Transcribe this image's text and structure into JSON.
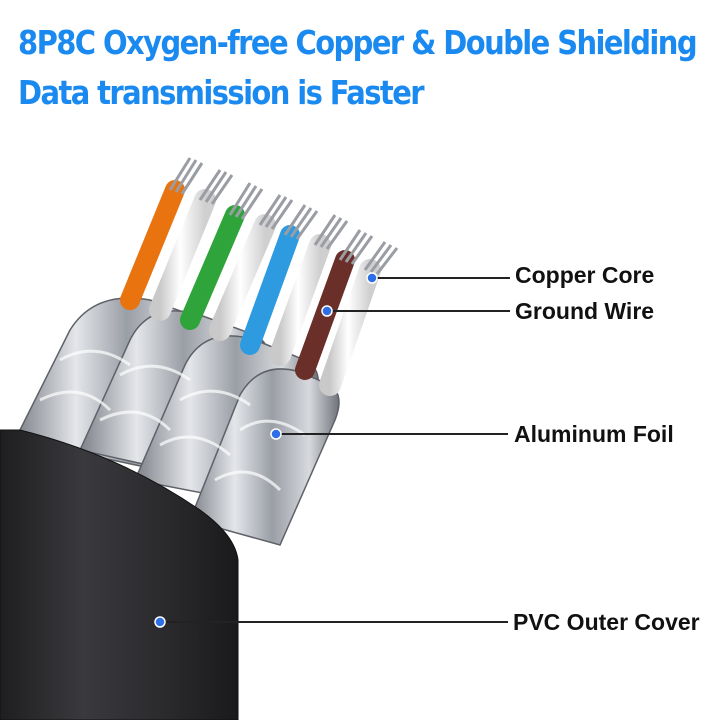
{
  "headline": {
    "line1": "8P8C Oxygen-free Copper & Double Shielding",
    "line2": "Data transmission is Faster",
    "color": "#1b8af0"
  },
  "callouts": [
    {
      "label": "Copper Core"
    },
    {
      "label": "Ground Wire"
    },
    {
      "label": "Aluminum Foil"
    },
    {
      "label": "PVC Outer Cover"
    }
  ],
  "colors": {
    "marker": "#2f6fe6",
    "jacket": "#2b2b2e",
    "foil": "#b9bcc2",
    "insulation": "#f4f4f4",
    "wire_orange": "#e8730f",
    "wire_green": "#2ea43a",
    "wire_blue": "#2e9be0",
    "wire_brown": "#6b2f2a"
  }
}
